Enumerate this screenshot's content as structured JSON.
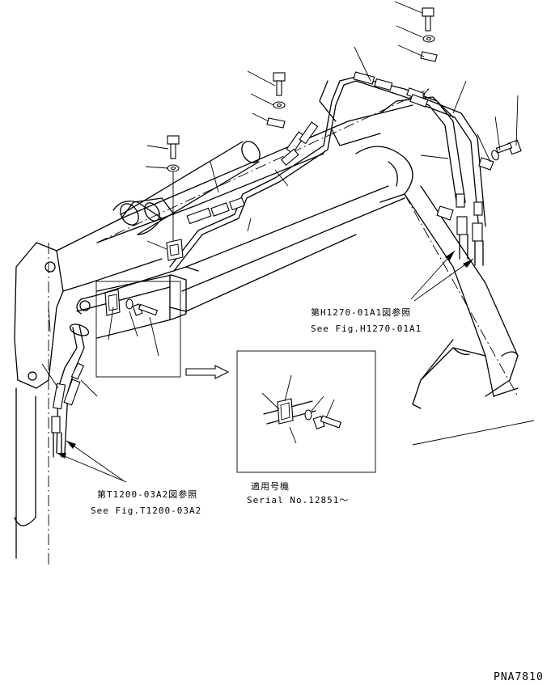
{
  "callouts": {
    "ref_h1270": {
      "jp": "第H1270-01A1図参照",
      "en": "See Fig.H1270-01A1"
    },
    "ref_t1200": {
      "jp": "第T1200-03A2図参照",
      "en": "See Fig.T1200-03A2"
    },
    "serial": {
      "jp": "適用号機",
      "en": "Serial No.12851～"
    }
  },
  "drawing_code": "PNA7810"
}
